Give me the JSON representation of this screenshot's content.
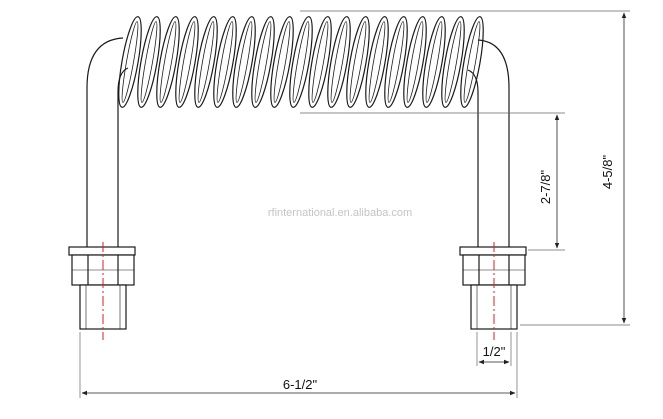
{
  "dimensions": {
    "overall_width": "6-1/2\"",
    "overall_height": "4-5/8\"",
    "leg_height": "2-7/8\"",
    "thread_width": "1/2\""
  },
  "watermark": "rfinternational.en.alibaba.com",
  "colors": {
    "line": "#1a1a1a",
    "centerline": "#d42020",
    "dimension": "#555555",
    "watermark": "#c4c4c4"
  }
}
